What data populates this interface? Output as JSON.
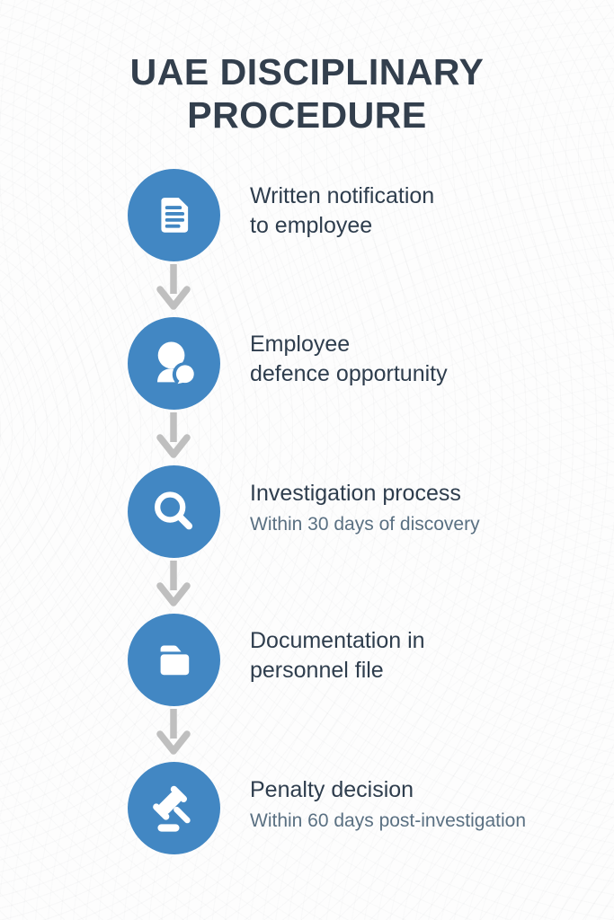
{
  "page": {
    "title": "UAE DISCIPLINARY PROCEDURE"
  },
  "colors": {
    "accent_blue": "#4287c3",
    "heading": "#333f4d",
    "step_title": "#2e3d4d",
    "step_subtitle": "#5a7082",
    "arrow_gray": "#bfbfbf",
    "background": "#fdfdfd",
    "icon_white": "#ffffff"
  },
  "steps": [
    {
      "icon": "document-icon",
      "title_lines": [
        "Written notification",
        "to employee"
      ]
    },
    {
      "icon": "user-speech-icon",
      "title_lines": [
        "Employee",
        "defence opportunity"
      ]
    },
    {
      "icon": "magnifier-icon",
      "title_lines": [
        "Investigation process"
      ],
      "subtitle": "Within 30 days of discovery"
    },
    {
      "icon": "folder-icon",
      "title_lines": [
        "Documentation in",
        "personnel file"
      ]
    },
    {
      "icon": "gavel-icon",
      "title_lines": [
        "Penalty decision"
      ],
      "subtitle": "Within 60 days post-investigation"
    }
  ]
}
